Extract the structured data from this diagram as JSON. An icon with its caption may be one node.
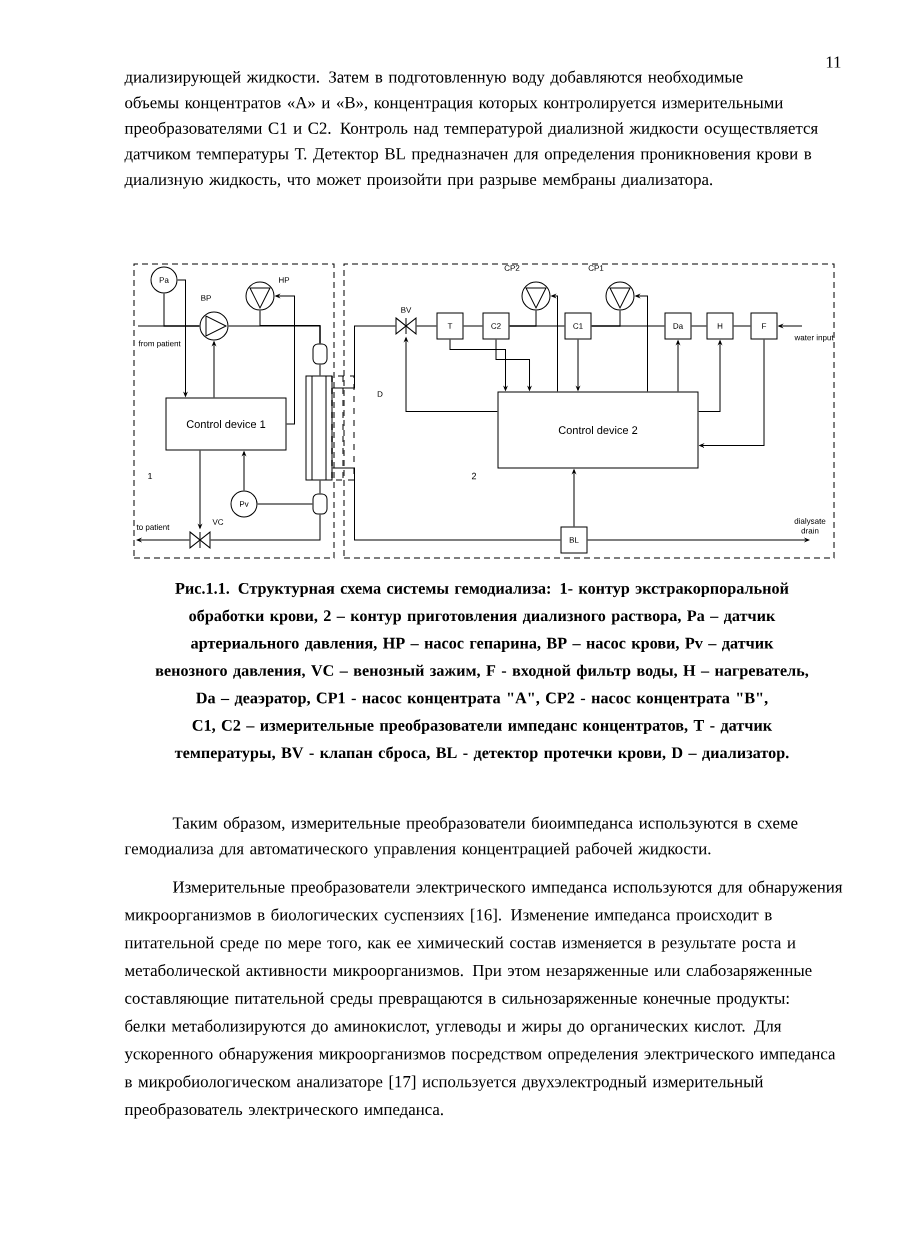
{
  "diagram": {
    "caption": "Рис.1.1. Структурная схема системы гемодиализа: 1- контур экстракорпоральной обработки крови, 2 – контур приготовления диализного раствора, Pa – датчик артериального давления, HP – насос гепарина, BP – насос крови, Pv – датчик венозного давления, VC – венозный зажим, F - входной фильтр воды, H – нагреватель, Da – деаэратор, CP1 - насос концентрата \"A\", CP2 - насос концентрата \"B\", C1, C2 – измерительные преобразователи импеданс концентратов, T - датчик температуры, BV - клапан сброса, BL - детектор протечки крови, D – диализатор.",
    "nodes": [
      {
        "text": [
          "1"
        ]
      },
      {
        "text": [
          "Pa"
        ],
        "in": 0
      },
      {
        "text": [],
        "shape": "circle",
        "beside": [
          "BP"
        ],
        "in": 0
      },
      {
        "text": [],
        "shape": "circle",
        "beside": [
          "HP"
        ],
        "in": 0
      },
      {
        "text": [
          "Control device 1"
        ],
        "in": 0
      },
      {
        "text": [
          "Pv"
        ],
        "in": 0
      },
      {
        "text": [],
        "shape": "valve",
        "beside": [
          "VC"
        ],
        "in": 0
      },
      {
        "text": [],
        "shape": "chamber",
        "in": 0
      },
      {
        "text": [],
        "shape": "chamber",
        "in": 0
      },
      {
        "text": [],
        "shape": "box",
        "beside": [
          "D"
        ],
        "in": 0
      },
      {
        "text": [
          "2"
        ]
      },
      {
        "text": [],
        "shape": "valve",
        "beside": [
          "BV"
        ],
        "in": 10
      },
      {
        "text": [
          "T"
        ],
        "in": 10
      },
      {
        "text": [
          "C2"
        ],
        "in": 10
      },
      {
        "text": [],
        "shape": "circle",
        "beside": [
          "CP2"
        ],
        "in": 10
      },
      {
        "text": [
          "C1"
        ],
        "in": 10
      },
      {
        "text": [],
        "shape": "circle",
        "beside": [
          "CP1"
        ],
        "in": 10
      },
      {
        "text": [
          "Da"
        ],
        "in": 10
      },
      {
        "text": [
          "H"
        ],
        "in": 10
      },
      {
        "text": [
          "F"
        ],
        "in": 10
      },
      {
        "text": [
          "Control device 2"
        ],
        "in": 10
      },
      {
        "text": [
          "BL"
        ],
        "in": 10
      },
      {
        "text": [
          "from patient"
        ],
        "in": 0
      },
      {
        "text": [
          "to patient"
        ],
        "in": 0
      },
      {
        "text": [
          "water input"
        ],
        "in": 10
      },
      {
        "text": [
          "dialysate drain"
        ],
        "in": 10
      }
    ],
    "edges": [
      {
        "from": 22,
        "to": 2,
        "arrow": "none"
      },
      {
        "from": 2,
        "to": 7,
        "arrow": "none"
      },
      {
        "from": 3,
        "to": 7,
        "arrow": "none"
      },
      {
        "from": 7,
        "to": 9,
        "arrow": "none"
      },
      {
        "from": 9,
        "to": 8,
        "arrow": "none"
      },
      {
        "from": 8,
        "to": 6,
        "arrow": "none"
      },
      {
        "from": 6,
        "to": 23,
        "arrow": "to"
      },
      {
        "from": 1,
        "to": 4,
        "arrow": "to"
      },
      {
        "from": 4,
        "to": 2,
        "arrow": "to"
      },
      {
        "from": 4,
        "to": 3,
        "arrow": "to"
      },
      {
        "from": 5,
        "to": 4,
        "arrow": "to"
      },
      {
        "from": 8,
        "to": 5,
        "arrow": "none"
      },
      {
        "from": 4,
        "to": 6,
        "arrow": "to"
      },
      {
        "from": 24,
        "to": 19,
        "arrow": "to"
      },
      {
        "from": 19,
        "to": 18,
        "arrow": "none"
      },
      {
        "from": 18,
        "to": 17,
        "arrow": "none"
      },
      {
        "from": 17,
        "to": 15,
        "arrow": "none"
      },
      {
        "from": 16,
        "to": 15,
        "arrow": "none"
      },
      {
        "from": 15,
        "to": 13,
        "arrow": "none"
      },
      {
        "from": 14,
        "to": 13,
        "arrow": "none"
      },
      {
        "from": 13,
        "to": 12,
        "arrow": "none"
      },
      {
        "from": 12,
        "to": 11,
        "arrow": "none"
      },
      {
        "from": 11,
        "to": 9,
        "arrow": "none"
      },
      {
        "from": 9,
        "to": 21,
        "arrow": "none"
      },
      {
        "from": 21,
        "to": 25,
        "arrow": "to"
      },
      {
        "from": 12,
        "to": 20,
        "arrow": "to"
      },
      {
        "from": 13,
        "to": 20,
        "arrow": "to"
      },
      {
        "from": 15,
        "to": 20,
        "arrow": "to"
      },
      {
        "from": 20,
        "to": 14,
        "arrow": "to"
      },
      {
        "from": 20,
        "to": 16,
        "arrow": "to"
      },
      {
        "from": 20,
        "to": 17,
        "arrow": "to"
      },
      {
        "from": 20,
        "to": 18,
        "arrow": "to"
      },
      {
        "from": 19,
        "to": 20,
        "arrow": "to"
      },
      {
        "from": 20,
        "to": 11,
        "arrow": "to"
      },
      {
        "from": 21,
        "to": 20,
        "arrow": "to"
      },
      {
        "from": 1,
        "to": 2,
        "arrow": "none"
      }
    ],
    "labels": [
      "11",
      "диализирующей жидкости. Затем в подготовленную воду добавляются необходимые объемы концентратов «А» и «В», концентрация которых контролируется измерительными преобразователями С1 и С2. Контроль над температурой диализной жидкости осуществляется датчиком температуры Т. Детектор BL предназначен для определения проникновения крови в диализную жидкость, что может произойти при разрыве мембраны диализатора.",
      "Таким образом, измерительные преобразователи биоимпеданса используются в схеме гемодиализа для автоматического управления концентрацией рабочей жидкости.",
      "Измерительные преобразователи электрического импеданса используются для обнаружения микроорганизмов в биологических суспензиях [16]. Изменение импеданса происходит в питательной среде по мере того, как ее химический состав изменяется в результате роста и метаболической активности микроорганизмов. При этом незаряженные или слабозаряженные составляющие питательной среды превращаются в сильнозаряженные конечные продукты: белки метаболизируются до аминокислот, углеводы и жиры до органических кислот. Для ускоренного обнаружения микроорганизмов посредством определения электрического импеданса в микробиологическом анализаторе [17] используется двухэлектродный измерительный преобразователь электрического импеданса."
    ]
  }
}
